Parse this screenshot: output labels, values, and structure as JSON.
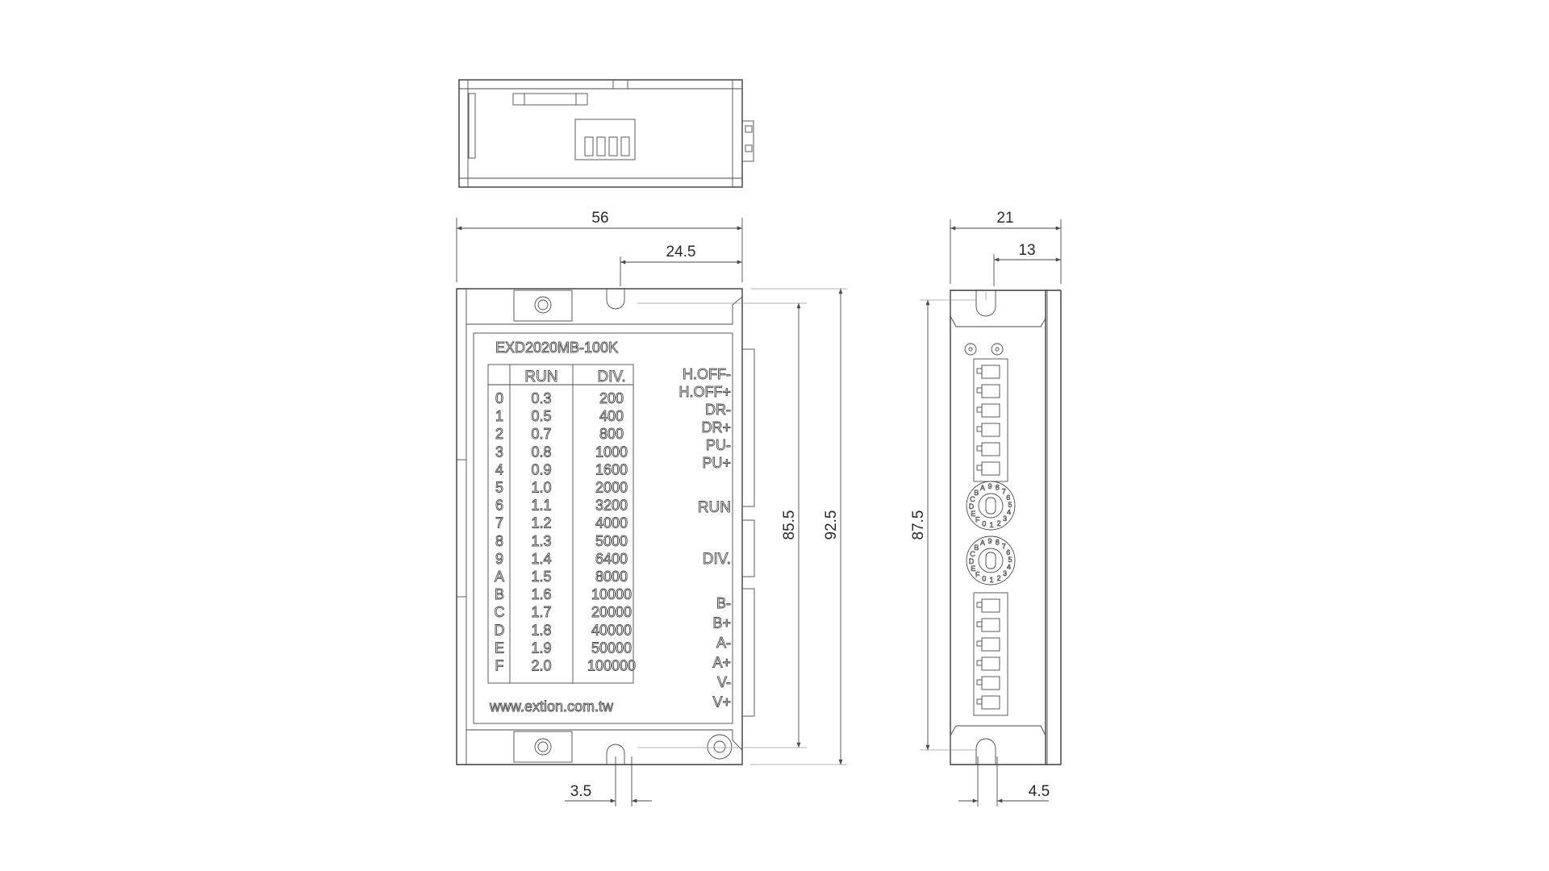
{
  "model": "EXD2020MB-100K",
  "website": "www.extion.com.tw",
  "table": {
    "headers": [
      "",
      "RUN",
      "DIV."
    ],
    "rows": [
      [
        "0",
        "0.3",
        "200"
      ],
      [
        "1",
        "0.5",
        "400"
      ],
      [
        "2",
        "0.7",
        "800"
      ],
      [
        "3",
        "0.8",
        "1000"
      ],
      [
        "4",
        "0.9",
        "1600"
      ],
      [
        "5",
        "1.0",
        "2000"
      ],
      [
        "6",
        "1.1",
        "3200"
      ],
      [
        "7",
        "1.2",
        "4000"
      ],
      [
        "8",
        "1.3",
        "5000"
      ],
      [
        "9",
        "1.4",
        "6400"
      ],
      [
        "A",
        "1.5",
        "8000"
      ],
      [
        "B",
        "1.6",
        "10000"
      ],
      [
        "C",
        "1.7",
        "20000"
      ],
      [
        "D",
        "1.8",
        "40000"
      ],
      [
        "E",
        "1.9",
        "50000"
      ],
      [
        "F",
        "2.0",
        "100000"
      ]
    ]
  },
  "signal_labels": [
    "H.OFF-",
    "H.OFF+",
    "DR-",
    "DR+",
    "PU-",
    "PU+"
  ],
  "switch_labels": [
    "RUN",
    "DIV."
  ],
  "power_labels": [
    "B-",
    "B+",
    "A-",
    "A+",
    "V-",
    "V+"
  ],
  "dial_text": "0123456789ABCDEF",
  "dimensions": {
    "width": "56",
    "hole_offset": "24.5",
    "height_inner": "85.5",
    "height_outer": "92.5",
    "slot_width": "3.5",
    "side_depth": "21",
    "side_slot_offset": "13",
    "side_height": "87.5",
    "side_slot_width": "4.5"
  }
}
